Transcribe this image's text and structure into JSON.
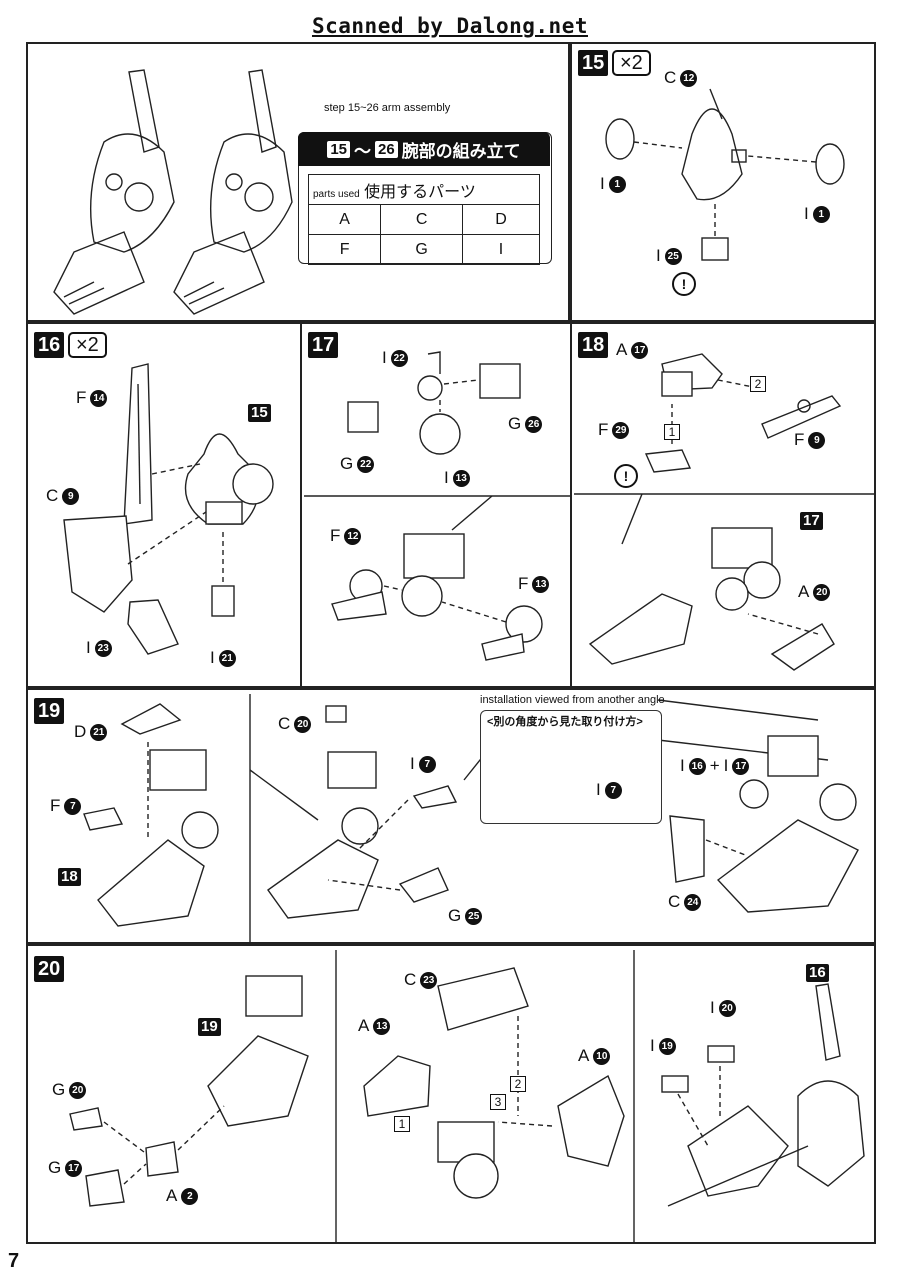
{
  "header": {
    "scan_credit": "Scanned by Dalong.net",
    "step_range_note": "step 15~26 arm assembly",
    "title_from": "15",
    "title_to": "26",
    "title_tilde": "～",
    "title_text": "腕部の組み立て",
    "parts_used_en": "parts used",
    "parts_used_jp": "使用するパーツ",
    "parts_grid": [
      [
        "A",
        "C",
        "D"
      ],
      [
        "F",
        "G",
        "I"
      ]
    ]
  },
  "steps": {
    "s15": {
      "number": "15",
      "multiplier": "×2",
      "labels": [
        {
          "letter": "C",
          "num": "12"
        },
        {
          "letter": "I",
          "num": "1"
        },
        {
          "letter": "I",
          "num": "1"
        },
        {
          "letter": "I",
          "num": "25"
        }
      ],
      "warning": "!"
    },
    "s16": {
      "number": "16",
      "multiplier": "×2",
      "ref_step": "15",
      "labels": [
        {
          "letter": "F",
          "num": "14"
        },
        {
          "letter": "C",
          "num": "9"
        },
        {
          "letter": "I",
          "num": "23"
        },
        {
          "letter": "I",
          "num": "21"
        }
      ]
    },
    "s17": {
      "number": "17",
      "labels": [
        {
          "letter": "I",
          "num": "22"
        },
        {
          "letter": "G",
          "num": "26"
        },
        {
          "letter": "G",
          "num": "22"
        },
        {
          "letter": "I",
          "num": "13"
        },
        {
          "letter": "F",
          "num": "12"
        },
        {
          "letter": "F",
          "num": "13"
        }
      ]
    },
    "s18": {
      "number": "18",
      "ref_step": "17",
      "labels": [
        {
          "letter": "A",
          "num": "17"
        },
        {
          "letter": "F",
          "num": "29"
        },
        {
          "letter": "F",
          "num": "9"
        },
        {
          "letter": "A",
          "num": "20"
        }
      ],
      "order": [
        "1",
        "2"
      ],
      "warning": "!"
    },
    "s19": {
      "number": "19",
      "ref_step": "18",
      "angle_note_en": "installation viewed from another angle",
      "angle_note_jp": "<別の角度から見た取り付け方>",
      "plus": "+",
      "labels": [
        {
          "letter": "D",
          "num": "21"
        },
        {
          "letter": "F",
          "num": "7"
        },
        {
          "letter": "C",
          "num": "20"
        },
        {
          "letter": "I",
          "num": "7"
        },
        {
          "letter": "I",
          "num": "7"
        },
        {
          "letter": "G",
          "num": "25"
        },
        {
          "letter": "I",
          "num": "16"
        },
        {
          "letter": "I",
          "num": "17"
        },
        {
          "letter": "C",
          "num": "24"
        }
      ]
    },
    "s20": {
      "number": "20",
      "ref_step_a": "19",
      "ref_step_b": "16",
      "order": [
        "1",
        "2",
        "3"
      ],
      "labels": [
        {
          "letter": "G",
          "num": "20"
        },
        {
          "letter": "G",
          "num": "17"
        },
        {
          "letter": "A",
          "num": "2"
        },
        {
          "letter": "C",
          "num": "23"
        },
        {
          "letter": "A",
          "num": "13"
        },
        {
          "letter": "A",
          "num": "10"
        },
        {
          "letter": "I",
          "num": "20"
        },
        {
          "letter": "I",
          "num": "19"
        }
      ]
    }
  },
  "page_number": "7"
}
